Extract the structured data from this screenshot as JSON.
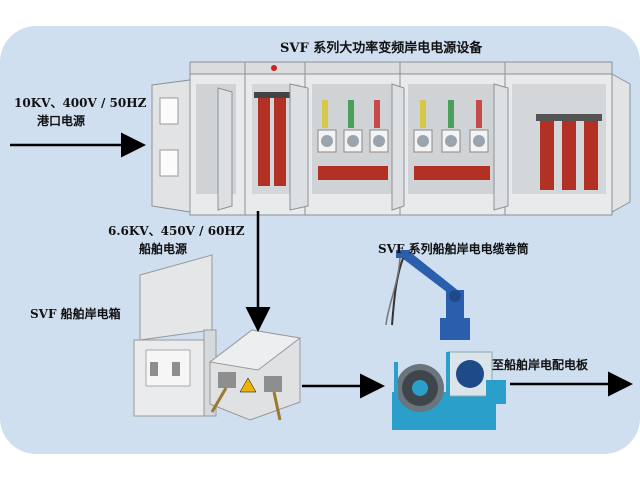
{
  "diagram": {
    "title": "SVF 系列大功率变频岸电电源设备",
    "input_spec": "10KV、400V / 50HZ",
    "input_label": "港口电源",
    "ship_spec": "6.6KV、450V / 60HZ",
    "ship_label": "船舶电源",
    "shore_box_label": "SVF 船舶岸电箱",
    "cable_reel_label": "SVF 系列船舶岸电电缆卷筒",
    "output_label": "至船舶岸电配电板"
  },
  "colors": {
    "panel_bg": "#cfdff0",
    "cabinet": "#e9eaeb",
    "transformer": "#b33024",
    "reel_frame": "#2a9fc9",
    "crane": "#2a5fae",
    "arrow": "#000000"
  }
}
